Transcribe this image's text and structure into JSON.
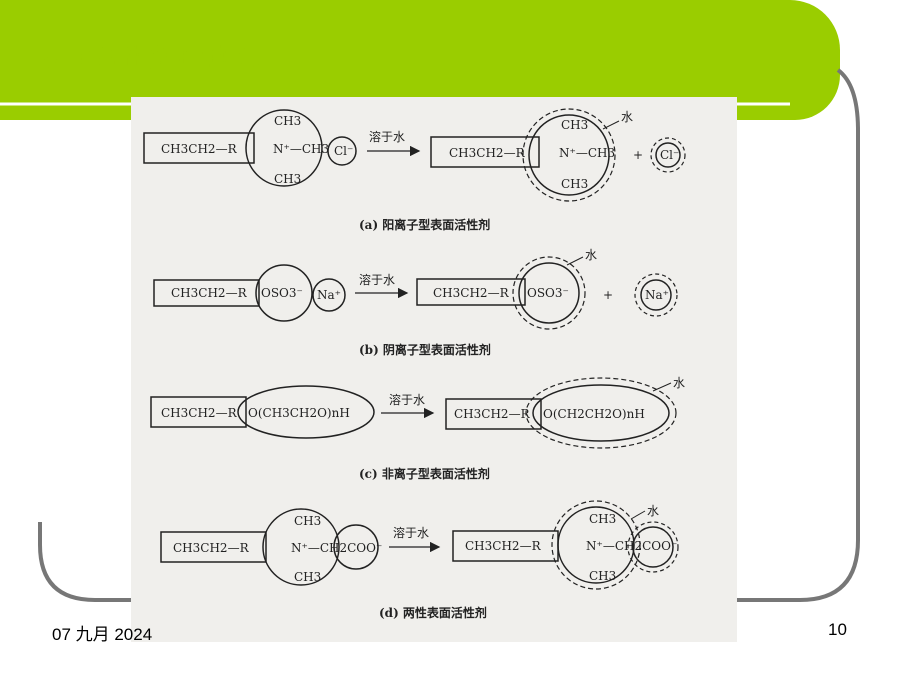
{
  "slide": {
    "title": "表面活性剂的种类:",
    "date": "07 九月 2024",
    "page_number": "10",
    "accent_color": "#99CC00"
  },
  "figure": {
    "dissolve_label": "溶于水",
    "water_label": "水",
    "tail_label": "CH3CH2—R",
    "panels": [
      {
        "caption": "(a) 阳离子型表面活性剂",
        "head": "N⁺—CH3",
        "methyl": "CH3",
        "counter_ion": "Cl⁻"
      },
      {
        "caption": "(b) 阴离子型表面活性剂",
        "head": "OSO3⁻",
        "counter_ion": "Na⁺"
      },
      {
        "caption": "(c) 非离子型表面活性剂",
        "head_left": "O(CH3CH2O)nH",
        "head_right": "O(CH2CH2O)nH"
      },
      {
        "caption": "(d) 两性表面活性剂",
        "head": "N⁺—CH2COO⁻",
        "methyl": "CH3"
      }
    ],
    "plus_sign": "+"
  }
}
